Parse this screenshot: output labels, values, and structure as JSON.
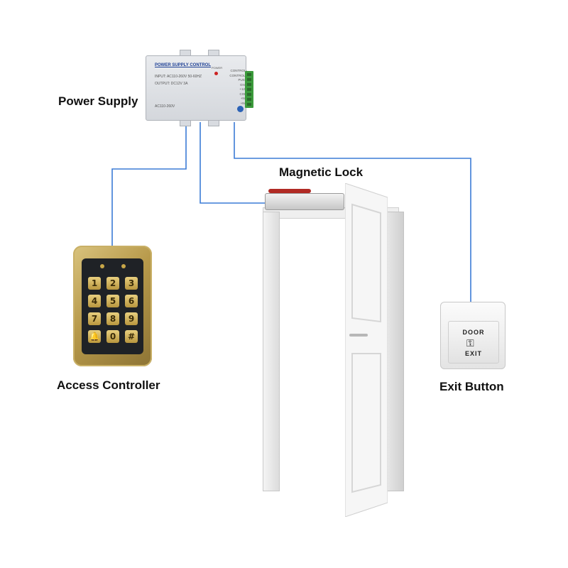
{
  "labels": {
    "power_supply": "Power Supply",
    "magnetic_lock": "Magnetic Lock",
    "access_controller": "Access Controller",
    "exit_button": "Exit Button"
  },
  "power_supply_device": {
    "title": "POWER SUPPLY CONTROL",
    "input": "INPUT: AC110-260V 50-60HZ",
    "output": "OUTPUT: DC12V  3A",
    "voltage_note": "AC110-260V",
    "led_label": "POWER",
    "terminals": [
      "CONTROL-",
      "CONTROL+",
      "PUSH",
      "GND",
      "+12V",
      "COM",
      "+NC",
      "+NO"
    ]
  },
  "keypad": {
    "keys": [
      "1",
      "2",
      "3",
      "4",
      "5",
      "6",
      "7",
      "8",
      "9",
      "🔔",
      "0",
      "#"
    ]
  },
  "exit_button_device": {
    "top_text": "DOOR",
    "bottom_text": "EXIT",
    "key_glyph": "⚿"
  },
  "colors": {
    "wire": "#3b7bd6",
    "keypad_gold": "#c9ad5e",
    "psu_title": "#1c3f94"
  },
  "icons": {
    "keypad_bell": "bell-icon",
    "exit_key": "key-icon"
  }
}
